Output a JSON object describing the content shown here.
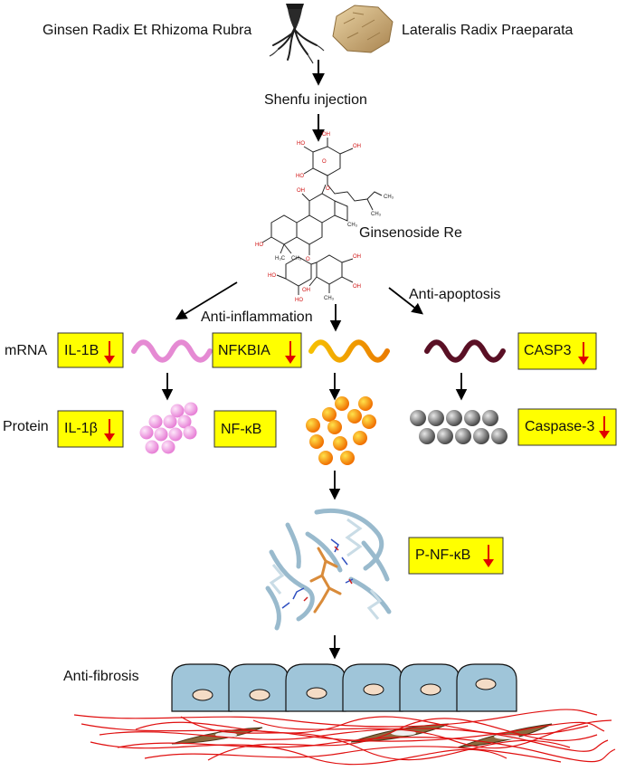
{
  "herbs": {
    "left": "Ginsen Radix Et Rhizoma Rubra",
    "right": "Lateralis Radix Praeparata"
  },
  "injection": "Shenfu injection",
  "compound": "Ginsenoside Re",
  "pathways": {
    "apoptosis": "Anti-apoptosis",
    "inflammation": "Anti-inflammation"
  },
  "row_labels": {
    "mrna": "mRNA",
    "protein": "Protein"
  },
  "markers": {
    "il1b_mrna": "IL-1B",
    "nfkbia": "NFKBIA",
    "casp3": "CASP3",
    "il1b_protein": "IL-1β",
    "nfkb": "NF-κB",
    "caspase3": "Caspase-3",
    "p_nfkb": "P-NF-κB"
  },
  "outcome": "Anti-fibrosis",
  "colors": {
    "box_fill": "#ffff00",
    "down_arrow": "#e00000",
    "mrna_il1b": "#e58ad3",
    "mrna_nfkbia": "#f0a800",
    "mrna_casp3": "#5a1025",
    "protein_il1b": "#f0a0e6",
    "protein_nfkb": "#f08000",
    "protein_casp3": "#707070",
    "cell_fill": "#9fc5d9",
    "nucleus_fill": "#f4dcc6",
    "fiber": "#e01010",
    "fibroblast": "#8b6a3e"
  }
}
